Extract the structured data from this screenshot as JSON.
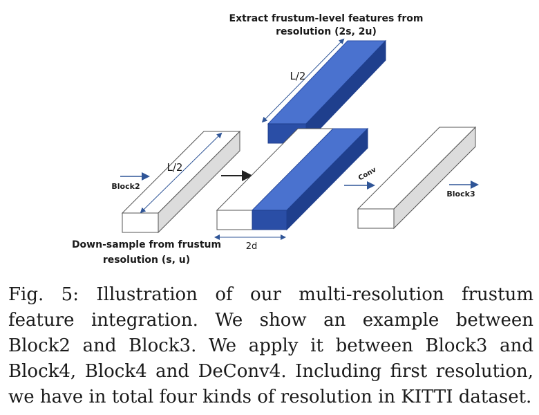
{
  "diagram": {
    "top_label_line1": "Extract frustum-level features from",
    "top_label_line2": "resolution (2s, 2u)",
    "bottom_label_line1": "Down-sample from frustum",
    "bottom_label_line2": "resolution (s, u)",
    "length_label_top": "L/2",
    "length_label_left": "L/2",
    "width_label": "2d",
    "block_in_label": "Block2",
    "block_out_label": "Block3",
    "conv_label": "Conv",
    "colors": {
      "feature_front": "#2a4ea6",
      "feature_top": "#4a72cf",
      "feature_side": "#1f3f8d",
      "plain_face": "#ffffff",
      "plain_side": "#dcdcdc",
      "arrow_blue": "#2f5597",
      "edge": "#555555"
    }
  },
  "caption": "Fig. 5: Illustration of our multi-resolution frustum feature integration. We show an example between Block2 and Block3. We apply it between Block3 and Block4, Block4 and DeConv4. Including first resolution, we have in total four kinds of resolution in KITTI dataset."
}
